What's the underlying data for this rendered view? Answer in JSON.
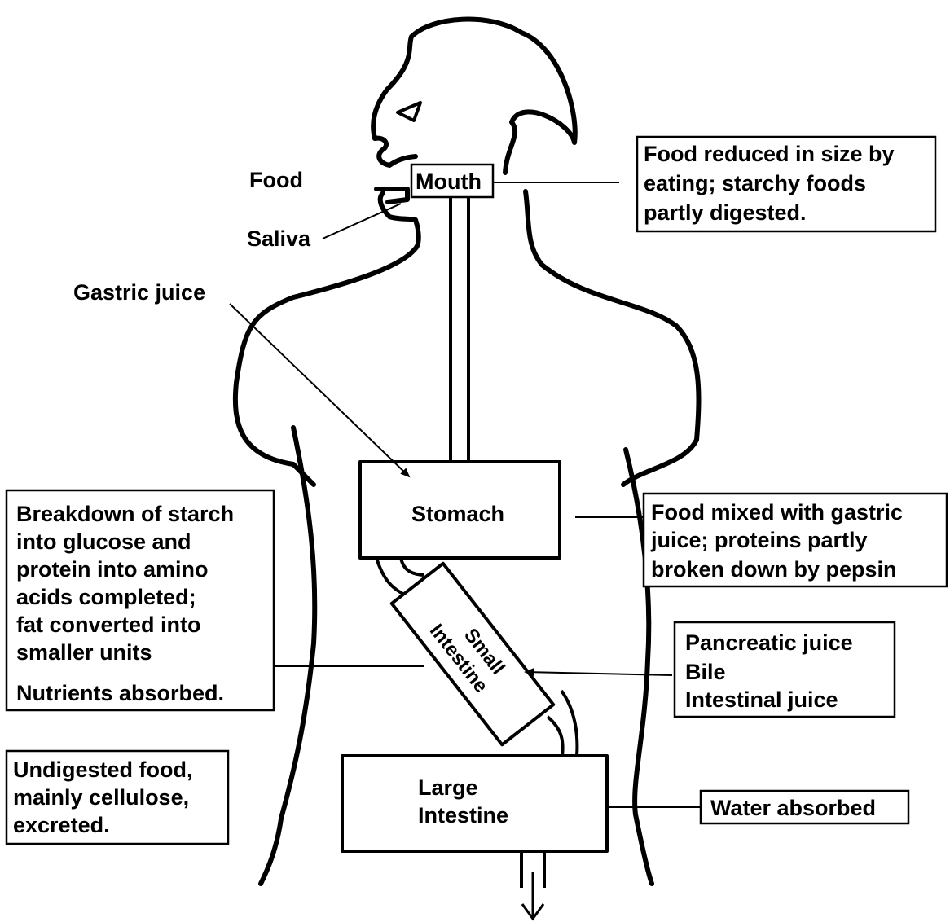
{
  "labels": {
    "food": "Food",
    "saliva": "Saliva",
    "mouth": "Mouth",
    "gastric_juice": "Gastric juice",
    "stomach": "Stomach",
    "small_intestine": [
      "Small",
      "Intestine"
    ],
    "large_intestine": [
      "Large",
      "Intestine"
    ]
  },
  "notes": {
    "mouth": [
      "Food reduced in size by",
      "eating; starchy foods",
      "partly digested."
    ],
    "stomach": [
      "Food mixed with gastric",
      "juice; proteins partly",
      "broken down by pepsin"
    ],
    "small_intestine": [
      "Breakdown of starch",
      "into glucose and",
      "protein into amino",
      "acids completed;",
      "fat converted into",
      "smaller units",
      "Nutrients absorbed."
    ],
    "secretions": [
      "Pancreatic juice",
      "Bile",
      "Intestinal juice"
    ],
    "large_intestine": "Water absorbed",
    "excretion": [
      "Undigested food,",
      "mainly cellulose,",
      "excreted."
    ]
  },
  "icons": [
    "downward-arrow-icon"
  ]
}
